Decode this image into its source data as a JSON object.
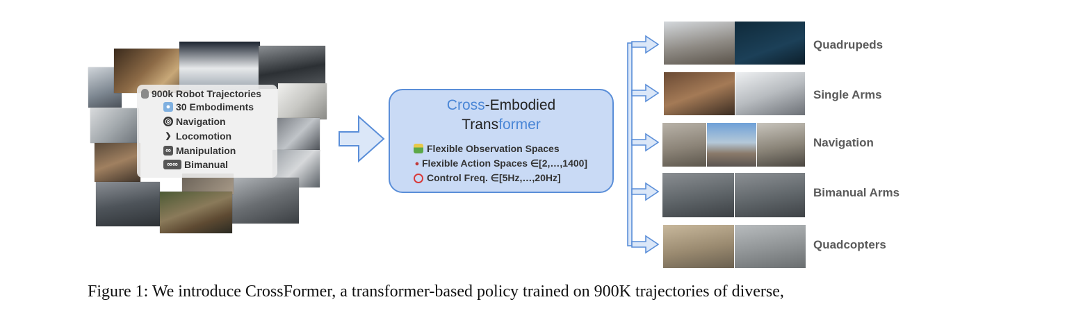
{
  "dataset_panel": {
    "title": "900k Robot Trajectories",
    "items": [
      {
        "label": "30 Embodiments",
        "icon": "robot-icon"
      },
      {
        "label": "Navigation",
        "icon": "steering-wheel-icon"
      },
      {
        "label": "Locomotion",
        "icon": "leg-icon"
      },
      {
        "label": "Manipulation",
        "icon": "arm-icon"
      },
      {
        "label": "Bimanual",
        "icon": "two-arms-icon"
      }
    ]
  },
  "model": {
    "title_line1_accent": "Cross",
    "title_line1_rest": "-Embodied",
    "title_line2_rest": "Trans",
    "title_line2_accent": "former",
    "features": [
      {
        "label": "Flexible Observation Spaces",
        "icon": "image-icon"
      },
      {
        "label": "Flexible Action Spaces ∈[2,…,1400]",
        "icon": "joystick-icon"
      },
      {
        "label": "Control Freq. ∈[5Hz,…,20Hz]",
        "icon": "alarm-clock-icon"
      }
    ]
  },
  "categories": [
    {
      "label": "Quadrupeds"
    },
    {
      "label": "Single Arms"
    },
    {
      "label": "Navigation"
    },
    {
      "label": "Bimanual Arms"
    },
    {
      "label": "Quadcopters"
    }
  ],
  "caption": {
    "text": "Figure 1:  We introduce CrossFormer, a transformer-based policy trained on 900K trajectories of diverse,"
  },
  "colors": {
    "accent_blue": "#4a86d6",
    "box_fill": "#c9daf5",
    "box_border": "#5a8ed8",
    "arrow_fill": "#dbe7f8",
    "label_gray": "#5a5a5a"
  }
}
